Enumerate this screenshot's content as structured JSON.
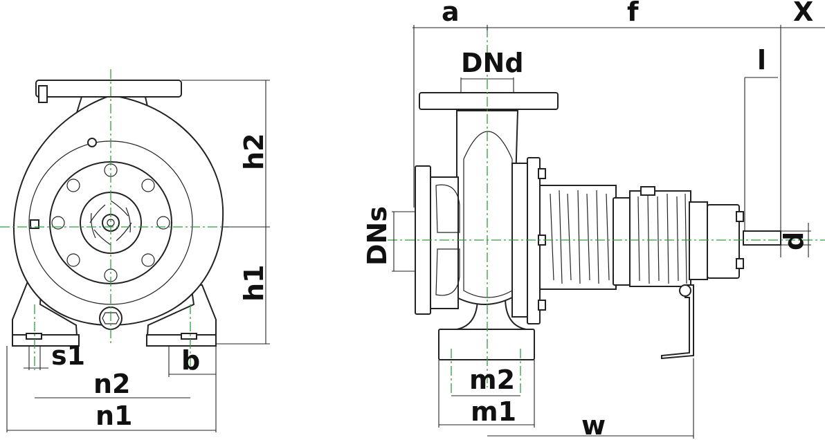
{
  "labels": {
    "s1": "s1",
    "b": "b",
    "n2": "n2",
    "n1": "n1",
    "h1": "h1",
    "h2": "h2",
    "a": "a",
    "f": "f",
    "X": "X",
    "DNd": "DNd",
    "DNs": "DNs",
    "l": "l",
    "d": "d",
    "m2": "m2",
    "m1": "m1",
    "w": "w"
  },
  "colors": {
    "line": "#222222",
    "centerline": "#2f9e3f",
    "background": "#ffffff"
  }
}
